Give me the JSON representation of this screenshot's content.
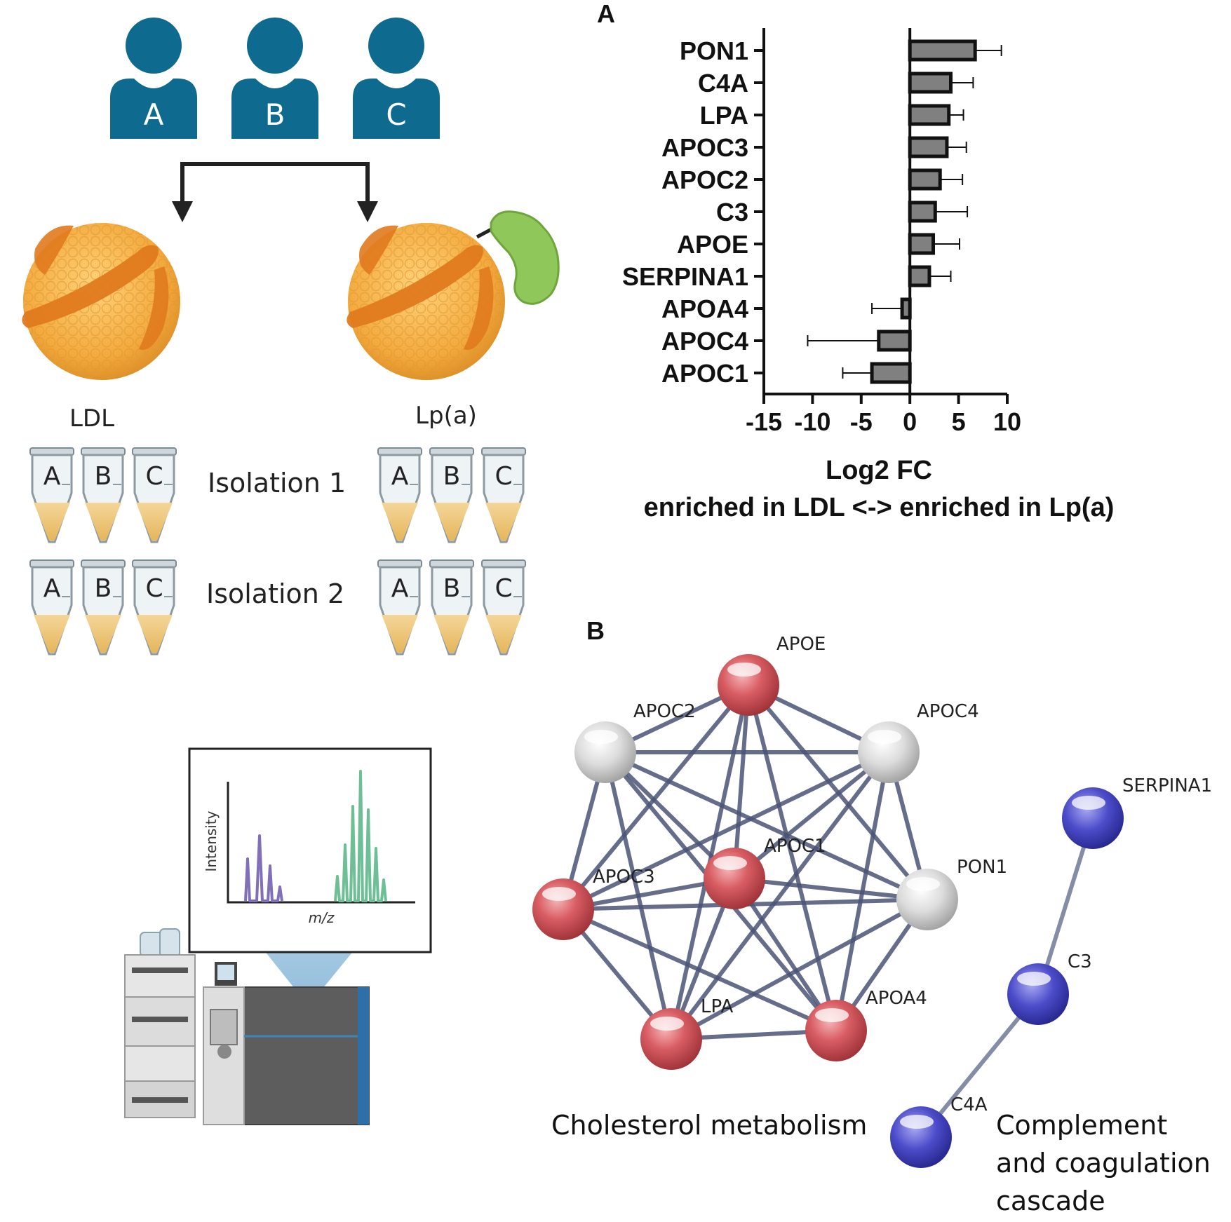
{
  "panel_a_label": "A",
  "panel_b_label": "B",
  "left": {
    "people": [
      "A",
      "B",
      "C"
    ],
    "particle_ldl_label": "LDL",
    "particle_lpa_label": "Lp(a)",
    "isolation_labels": [
      "Isolation 1",
      "Isolation 2"
    ],
    "tube_labels": [
      "A",
      "B",
      "C"
    ],
    "spectrum": {
      "ylabel": "Intensity",
      "xlabel": "m/z"
    }
  },
  "chart_data": {
    "type": "bar",
    "orientation": "horizontal",
    "categories": [
      "PON1",
      "C4A",
      "LPA",
      "APOC3",
      "APOC2",
      "C3",
      "APOE",
      "SERPINA1",
      "APOA4",
      "APOC4",
      "APOC1"
    ],
    "values": [
      6.7,
      4.2,
      4.0,
      3.8,
      3.1,
      2.6,
      2.4,
      2.0,
      -0.8,
      -3.2,
      -3.9
    ],
    "errors": [
      2.7,
      2.3,
      1.5,
      2.0,
      2.3,
      3.3,
      2.7,
      2.2,
      3.1,
      7.3,
      3.0
    ],
    "xlim": [
      -15,
      10
    ],
    "xticks": [
      -15,
      -10,
      -5,
      0,
      5,
      10
    ],
    "xlabel": "Log2 FC",
    "xlabel2": "enriched in LDL <-> enriched in Lp(a)",
    "bar_color": "#808080"
  },
  "network": {
    "nodes": [
      {
        "id": "APOE",
        "label": "APOE",
        "color": "red"
      },
      {
        "id": "APOC2",
        "label": "APOC2",
        "color": "white"
      },
      {
        "id": "APOC4",
        "label": "APOC4",
        "color": "white"
      },
      {
        "id": "APOC1",
        "label": "APOC1",
        "color": "red"
      },
      {
        "id": "APOC3",
        "label": "APOC3",
        "color": "red"
      },
      {
        "id": "PON1",
        "label": "PON1",
        "color": "white"
      },
      {
        "id": "LPA",
        "label": "LPA",
        "color": "red"
      },
      {
        "id": "APOA4",
        "label": "APOA4",
        "color": "red"
      },
      {
        "id": "SERPINA1",
        "label": "SERPINA1",
        "color": "blue"
      },
      {
        "id": "C3",
        "label": "C3",
        "color": "blue"
      },
      {
        "id": "C4A",
        "label": "C4A",
        "color": "blue"
      }
    ],
    "edges": [
      [
        "APOE",
        "APOC2"
      ],
      [
        "APOE",
        "APOC4"
      ],
      [
        "APOE",
        "APOC1"
      ],
      [
        "APOE",
        "APOC3"
      ],
      [
        "APOE",
        "PON1"
      ],
      [
        "APOE",
        "LPA"
      ],
      [
        "APOE",
        "APOA4"
      ],
      [
        "APOC2",
        "APOC4"
      ],
      [
        "APOC2",
        "APOC1"
      ],
      [
        "APOC2",
        "APOC3"
      ],
      [
        "APOC2",
        "PON1"
      ],
      [
        "APOC2",
        "LPA"
      ],
      [
        "APOC2",
        "APOA4"
      ],
      [
        "APOC4",
        "APOC1"
      ],
      [
        "APOC4",
        "APOC3"
      ],
      [
        "APOC4",
        "PON1"
      ],
      [
        "APOC4",
        "LPA"
      ],
      [
        "APOC4",
        "APOA4"
      ],
      [
        "APOC1",
        "APOC3"
      ],
      [
        "APOC1",
        "PON1"
      ],
      [
        "APOC1",
        "LPA"
      ],
      [
        "APOC1",
        "APOA4"
      ],
      [
        "APOC3",
        "PON1"
      ],
      [
        "APOC3",
        "LPA"
      ],
      [
        "APOC3",
        "APOA4"
      ],
      [
        "PON1",
        "LPA"
      ],
      [
        "PON1",
        "APOA4"
      ],
      [
        "LPA",
        "APOA4"
      ],
      [
        "SERPINA1",
        "C3"
      ],
      [
        "C3",
        "C4A"
      ]
    ],
    "cluster_labels": [
      "Cholesterol metabolism",
      "Complement",
      "and coagulation",
      "cascade"
    ],
    "edge_color": "#4a5475",
    "node_colors": {
      "red": "#d45a60",
      "white": "#d8d8d8",
      "blue": "#4b4bc8"
    }
  }
}
